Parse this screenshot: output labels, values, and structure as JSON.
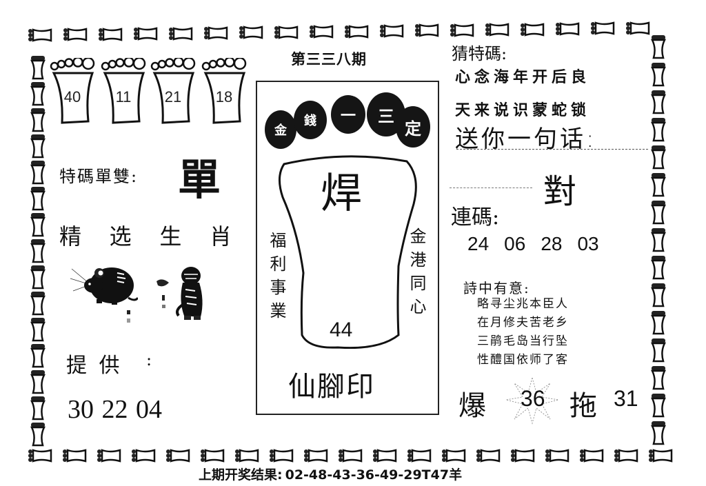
{
  "issue": {
    "title": "第三三八期"
  },
  "top_feet": {
    "numbers": [
      "40",
      "11",
      "21",
      "18"
    ]
  },
  "left": {
    "special_odd_even_label": "特碼單雙:",
    "special_odd_even_value": "單",
    "selected_zodiac_label": [
      "精",
      "选",
      "生",
      "肖"
    ],
    "zodiac_images": [
      "rat",
      "tiger"
    ],
    "provide_label": "提 供",
    "provide_colon": ":",
    "provide_numbers": "30 22 04"
  },
  "center": {
    "banner_ovals": [
      "金",
      "錢",
      "一",
      "三",
      "定"
    ],
    "big_char": "焊",
    "left_vertical": "福利事業",
    "right_vertical": "金港同心",
    "foot_number": "44",
    "bottom_title": "仙腳印"
  },
  "right": {
    "guess_label": "猜特碼:",
    "guess_line1": "心念海年开后良",
    "guess_line2": "天来说识蒙蛇锁",
    "phrase_label": "送你一句话:",
    "phrase_value": "對",
    "consecutive_label": "連碼:",
    "consecutive_numbers": [
      "24",
      "06",
      "28",
      "03"
    ],
    "poem_label": "詩中有意:",
    "poem_lines": [
      "略寻尘兆本臣人",
      "在月修夫苦老乡",
      "三鹃毛岛当行坠",
      "性醴国依师了客"
    ],
    "explode_label": "爆",
    "explode_number": "36",
    "drag_label": "拖",
    "drag_number": "31"
  },
  "footer": {
    "last_result_label": "上期开奖结果:",
    "last_result_value": "02-48-43-36-49-29T47羊"
  },
  "colors": {
    "ink": "#111111",
    "paper": "#ffffff"
  }
}
